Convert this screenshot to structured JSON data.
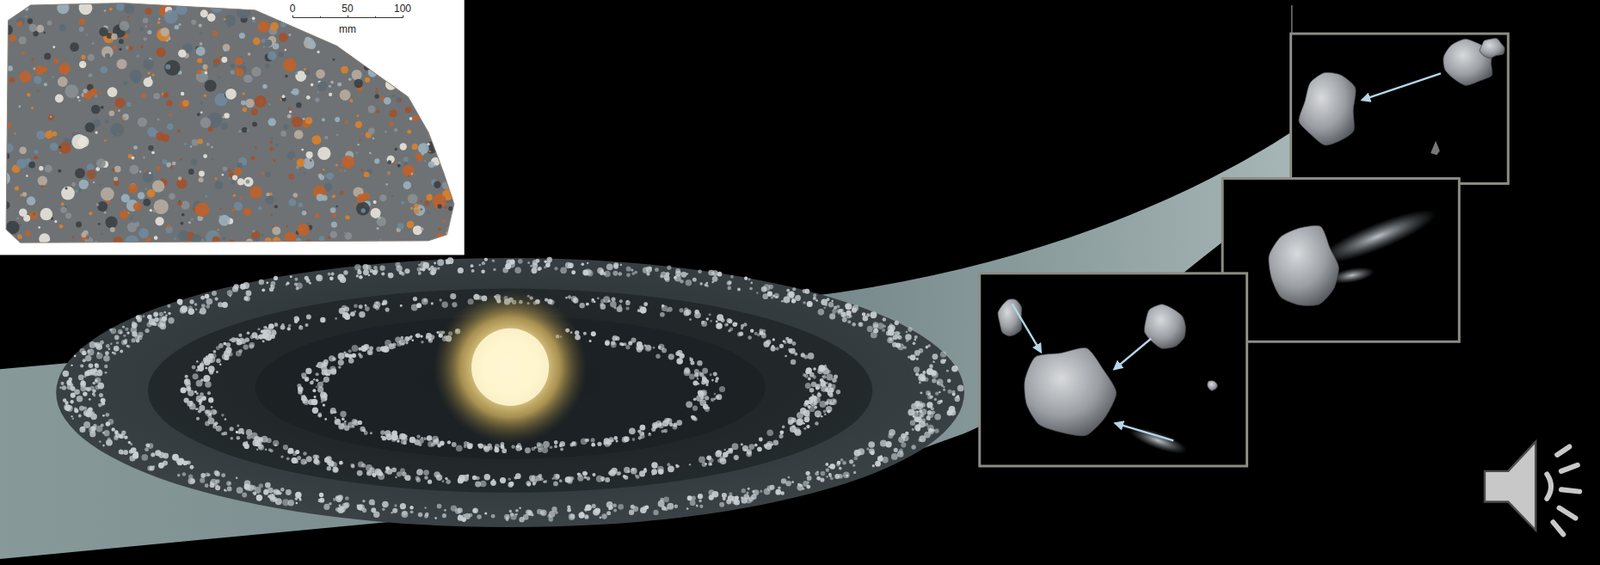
{
  "diagram": {
    "labels": [
      "0",
      "50",
      "100",
      "mm"
    ]
  }
}
